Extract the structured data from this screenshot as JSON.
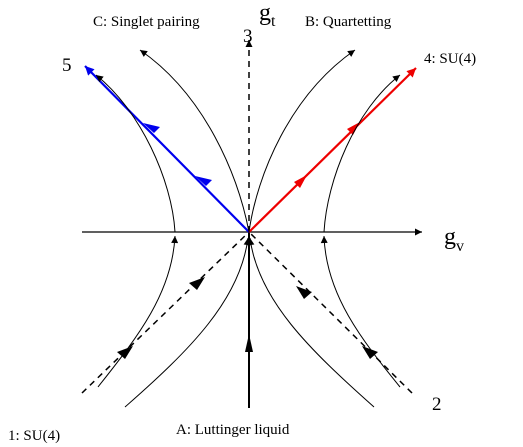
{
  "labels": {
    "singlet": "C: Singlet pairing",
    "quartetting": "B: Quartetting",
    "luttinger": "A: Luttinger liquid",
    "su4_top": "4: SU(4)",
    "su4_bottom": "1: SU(4)",
    "num5": "5",
    "num3": "3",
    "num2": "2",
    "gt_base": "g",
    "gt_sub": "t",
    "gv_base": "g",
    "gv_sub": "v"
  },
  "colors": {
    "line": "#000000",
    "blue": "#0000ee",
    "red": "#ee0000"
  }
}
